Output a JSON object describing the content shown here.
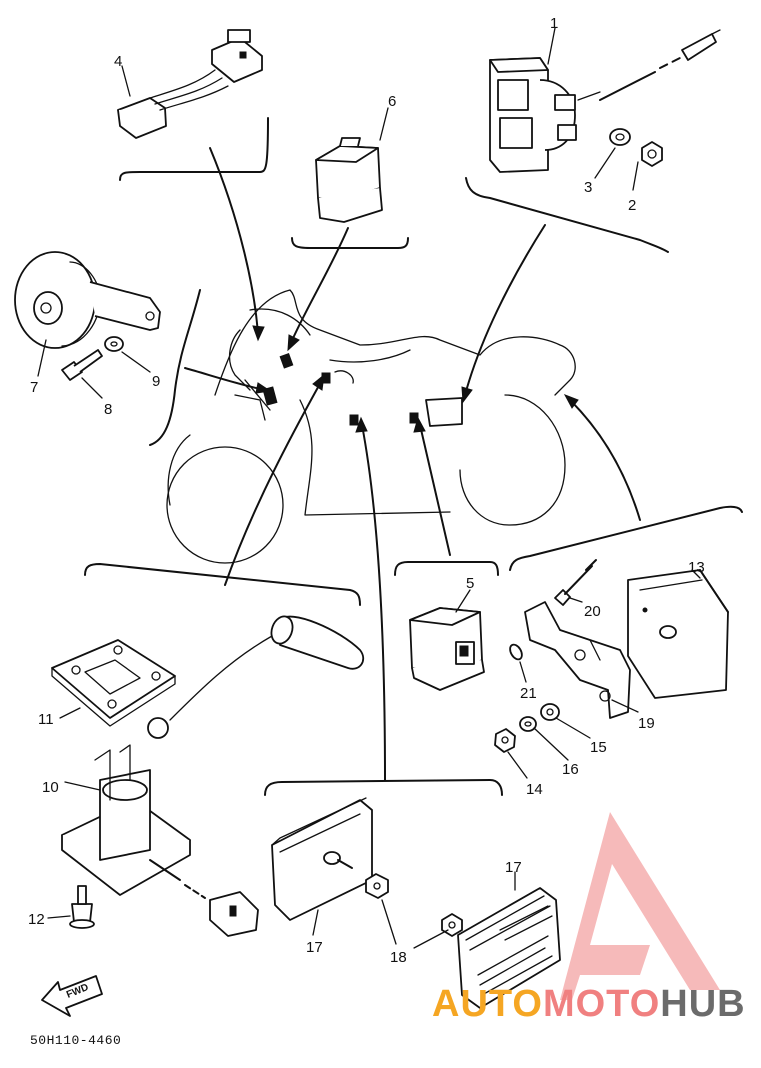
{
  "diagram": {
    "code": "50H110-4460",
    "fwd_label": "FWD",
    "watermark": {
      "text_part1": "AUTO",
      "text_part2": "MOTO",
      "text_part3": "HUB",
      "colors": {
        "auto": "#f5a623",
        "moto": "#f08080",
        "hub": "#6b6b6b",
        "logo": "#f4a3a3"
      }
    },
    "parts": [
      {
        "num": "1",
        "name": "starter-relay"
      },
      {
        "num": "2",
        "name": "nut"
      },
      {
        "num": "3",
        "name": "washer"
      },
      {
        "num": "4",
        "name": "wire-harness-connector"
      },
      {
        "num": "5",
        "name": "relay"
      },
      {
        "num": "6",
        "name": "relay"
      },
      {
        "num": "7",
        "name": "horn"
      },
      {
        "num": "8",
        "name": "bolt"
      },
      {
        "num": "9",
        "name": "washer"
      },
      {
        "num": "10",
        "name": "fuel-sender"
      },
      {
        "num": "11",
        "name": "gasket"
      },
      {
        "num": "12",
        "name": "bolt"
      },
      {
        "num": "13",
        "name": "reflector"
      },
      {
        "num": "14",
        "name": "nut"
      },
      {
        "num": "15",
        "name": "washer"
      },
      {
        "num": "16",
        "name": "washer"
      },
      {
        "num": "17",
        "name": "reflector"
      },
      {
        "num": "17",
        "name": "reflector"
      },
      {
        "num": "18",
        "name": "nut"
      },
      {
        "num": "19",
        "name": "bracket"
      },
      {
        "num": "20",
        "name": "rivet"
      },
      {
        "num": "21",
        "name": "clip"
      }
    ]
  }
}
